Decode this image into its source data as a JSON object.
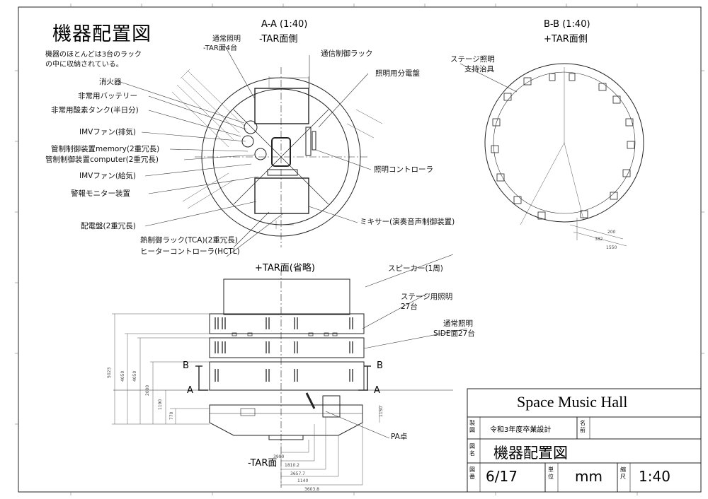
{
  "drawing": {
    "title": "機器配置図",
    "note_line1": "機器のほとんどは3台のラック",
    "note_line2": "の中に収納されている。"
  },
  "views": {
    "aa_title": "A-A (1:40)",
    "aa_side": "-TAR面側",
    "bb_title": "B-B (1:40)",
    "bb_side": "+TAR面側",
    "tar_omitted": "+TAR面(省略)",
    "tar_minus": "-TAR面"
  },
  "left_labels": [
    "消火器",
    "非常用バッテリー",
    "非常用酸素タンク(半日分)",
    "IMVファン(排気)",
    "管制制御装置memory(2重冗長)",
    "管制制御装置computer(2重冗長)",
    "IMVファン(給気)",
    "警報モニター装置",
    "配電盤(2重冗長)"
  ],
  "top_labels": {
    "normal_light_line1": "通常照明",
    "normal_light_line2": "-TAR面4台",
    "comm_rack": "通信制御ラック",
    "light_panel": "照明用分電盤"
  },
  "bottom_labels": {
    "thermal_rack": "熱制御ラック(TCA)(2重冗長)",
    "heater_ctrl": "ヒーターコントローラ(HCTL)"
  },
  "right_labels": {
    "light_controller": "照明コントローラ",
    "mixer": "ミキサー(演奏音声制御装置)",
    "stage_support_line1": "ステージ照明",
    "stage_support_line2": "支持治具",
    "speaker": "スピーカー(1周)",
    "stage_light_line1": "ステージ用照明",
    "stage_light_line2": "27台",
    "side_light_line1": "通常照明",
    "side_light_line2": "SIDE面27台",
    "pa": "PA卓"
  },
  "section_marks": {
    "a": "A",
    "b": "B"
  },
  "dims": {
    "d3990": "3990",
    "d1810": "1810.2",
    "d3657": "3657.7",
    "d1140": "1140",
    "d3603": "3603.8",
    "d4050": "4050",
    "d2000": "2000",
    "d5023": "5023",
    "d1190": "1190",
    "d770": "770",
    "d1150": "1150",
    "d200": "200",
    "d382": "382",
    "d1550": "1550"
  },
  "title_block": {
    "project": "Space Music Hall",
    "label_drawn": "製図",
    "author_desc": "令和3年度卒業設計",
    "label_name": "名前",
    "label_figname": "図名",
    "fig_name": "機器配置図",
    "label_fignum": "図番",
    "fig_num": "6/17",
    "label_unit": "単位",
    "unit": "mm",
    "label_scale": "縮尺",
    "scale": "1:40"
  },
  "colors": {
    "line": "#222222",
    "paper": "#ffffff"
  }
}
